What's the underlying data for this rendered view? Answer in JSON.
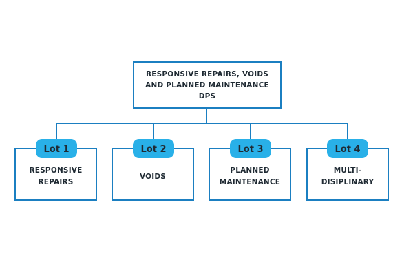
{
  "root": {
    "lines": [
      "RESPONSIVE REPAIRS, VOIDS",
      "AND PLANNED MAINTENANCE",
      "DPS"
    ]
  },
  "lots": [
    {
      "badge": "Lot 1",
      "lines": [
        "RESPONSIVE",
        "REPAIRS"
      ]
    },
    {
      "badge": "Lot 2",
      "lines": [
        "VOIDS"
      ]
    },
    {
      "badge": "Lot 3",
      "lines": [
        "PLANNED",
        "MAINTENANCE"
      ]
    },
    {
      "badge": "Lot 4",
      "lines": [
        "MULTI-",
        "DISIPLINARY"
      ]
    }
  ],
  "colors": {
    "line": "#1b7fc1",
    "badge": "#29b0e8",
    "text": "#1f2a33",
    "background": "#ffffff"
  }
}
